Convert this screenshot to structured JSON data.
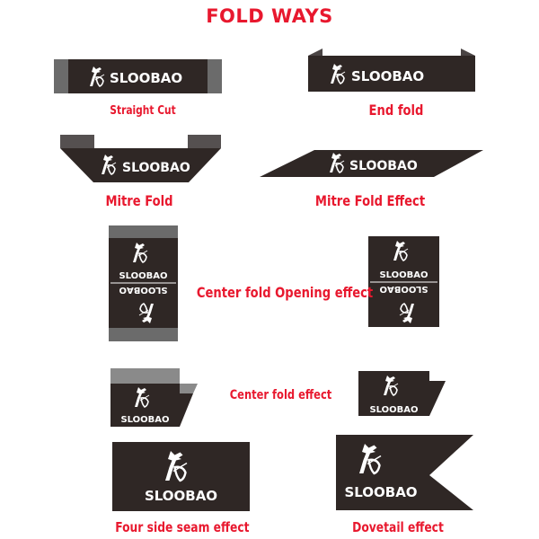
{
  "title": "FOLD WAYS",
  "brand": "SLOOBAO",
  "colors": {
    "title_red": "#e8182e",
    "label_dark": "#2f2725",
    "fold_gray": "#6b6b6b",
    "logo_white": "#ffffff"
  },
  "items": [
    {
      "id": "straight-cut",
      "caption": "Straight Cut"
    },
    {
      "id": "end-fold",
      "caption": "End fold"
    },
    {
      "id": "mitre-fold",
      "caption": "Mitre Fold"
    },
    {
      "id": "mitre-fold-effect",
      "caption": "Mitre Fold Effect"
    },
    {
      "id": "center-fold-opening",
      "caption": "Center fold Opening effect"
    },
    {
      "id": "center-fold",
      "caption": "Center fold  effect"
    },
    {
      "id": "four-side-seam",
      "caption": "Four side seam effect"
    },
    {
      "id": "dovetail",
      "caption": "Dovetail effect"
    }
  ]
}
